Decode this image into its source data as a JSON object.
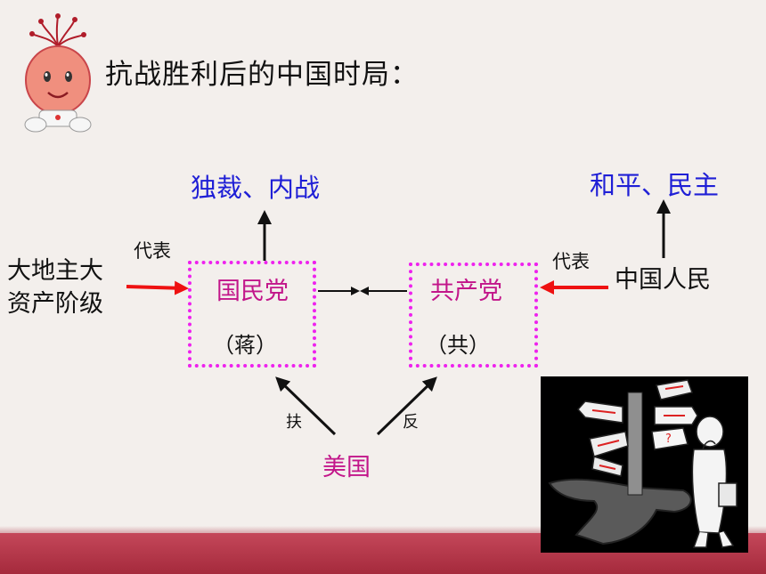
{
  "title": "抗战胜利后的中国时局：",
  "left_goal": "独裁、内战",
  "right_goal": "和平、民主",
  "left_class_line1": "大地主大",
  "left_class_line2": "资产阶级",
  "right_class": "中国人民",
  "represent_left": "代表",
  "represent_right": "代表",
  "kmt_name": "国民党",
  "kmt_short": "（蒋）",
  "cpc_name": "共产党",
  "cpc_short": "（共）",
  "usa": "美国",
  "support": "扶",
  "oppose": "反",
  "colors": {
    "blue_text": "#1f1fd6",
    "magenta_text": "#c2168a",
    "dotted_border": "#ee22ee",
    "red_arrow": "#ee1111",
    "bottom_band": "#b0334a"
  },
  "icons": [
    "mascot-icon",
    "signpost-illustration"
  ]
}
